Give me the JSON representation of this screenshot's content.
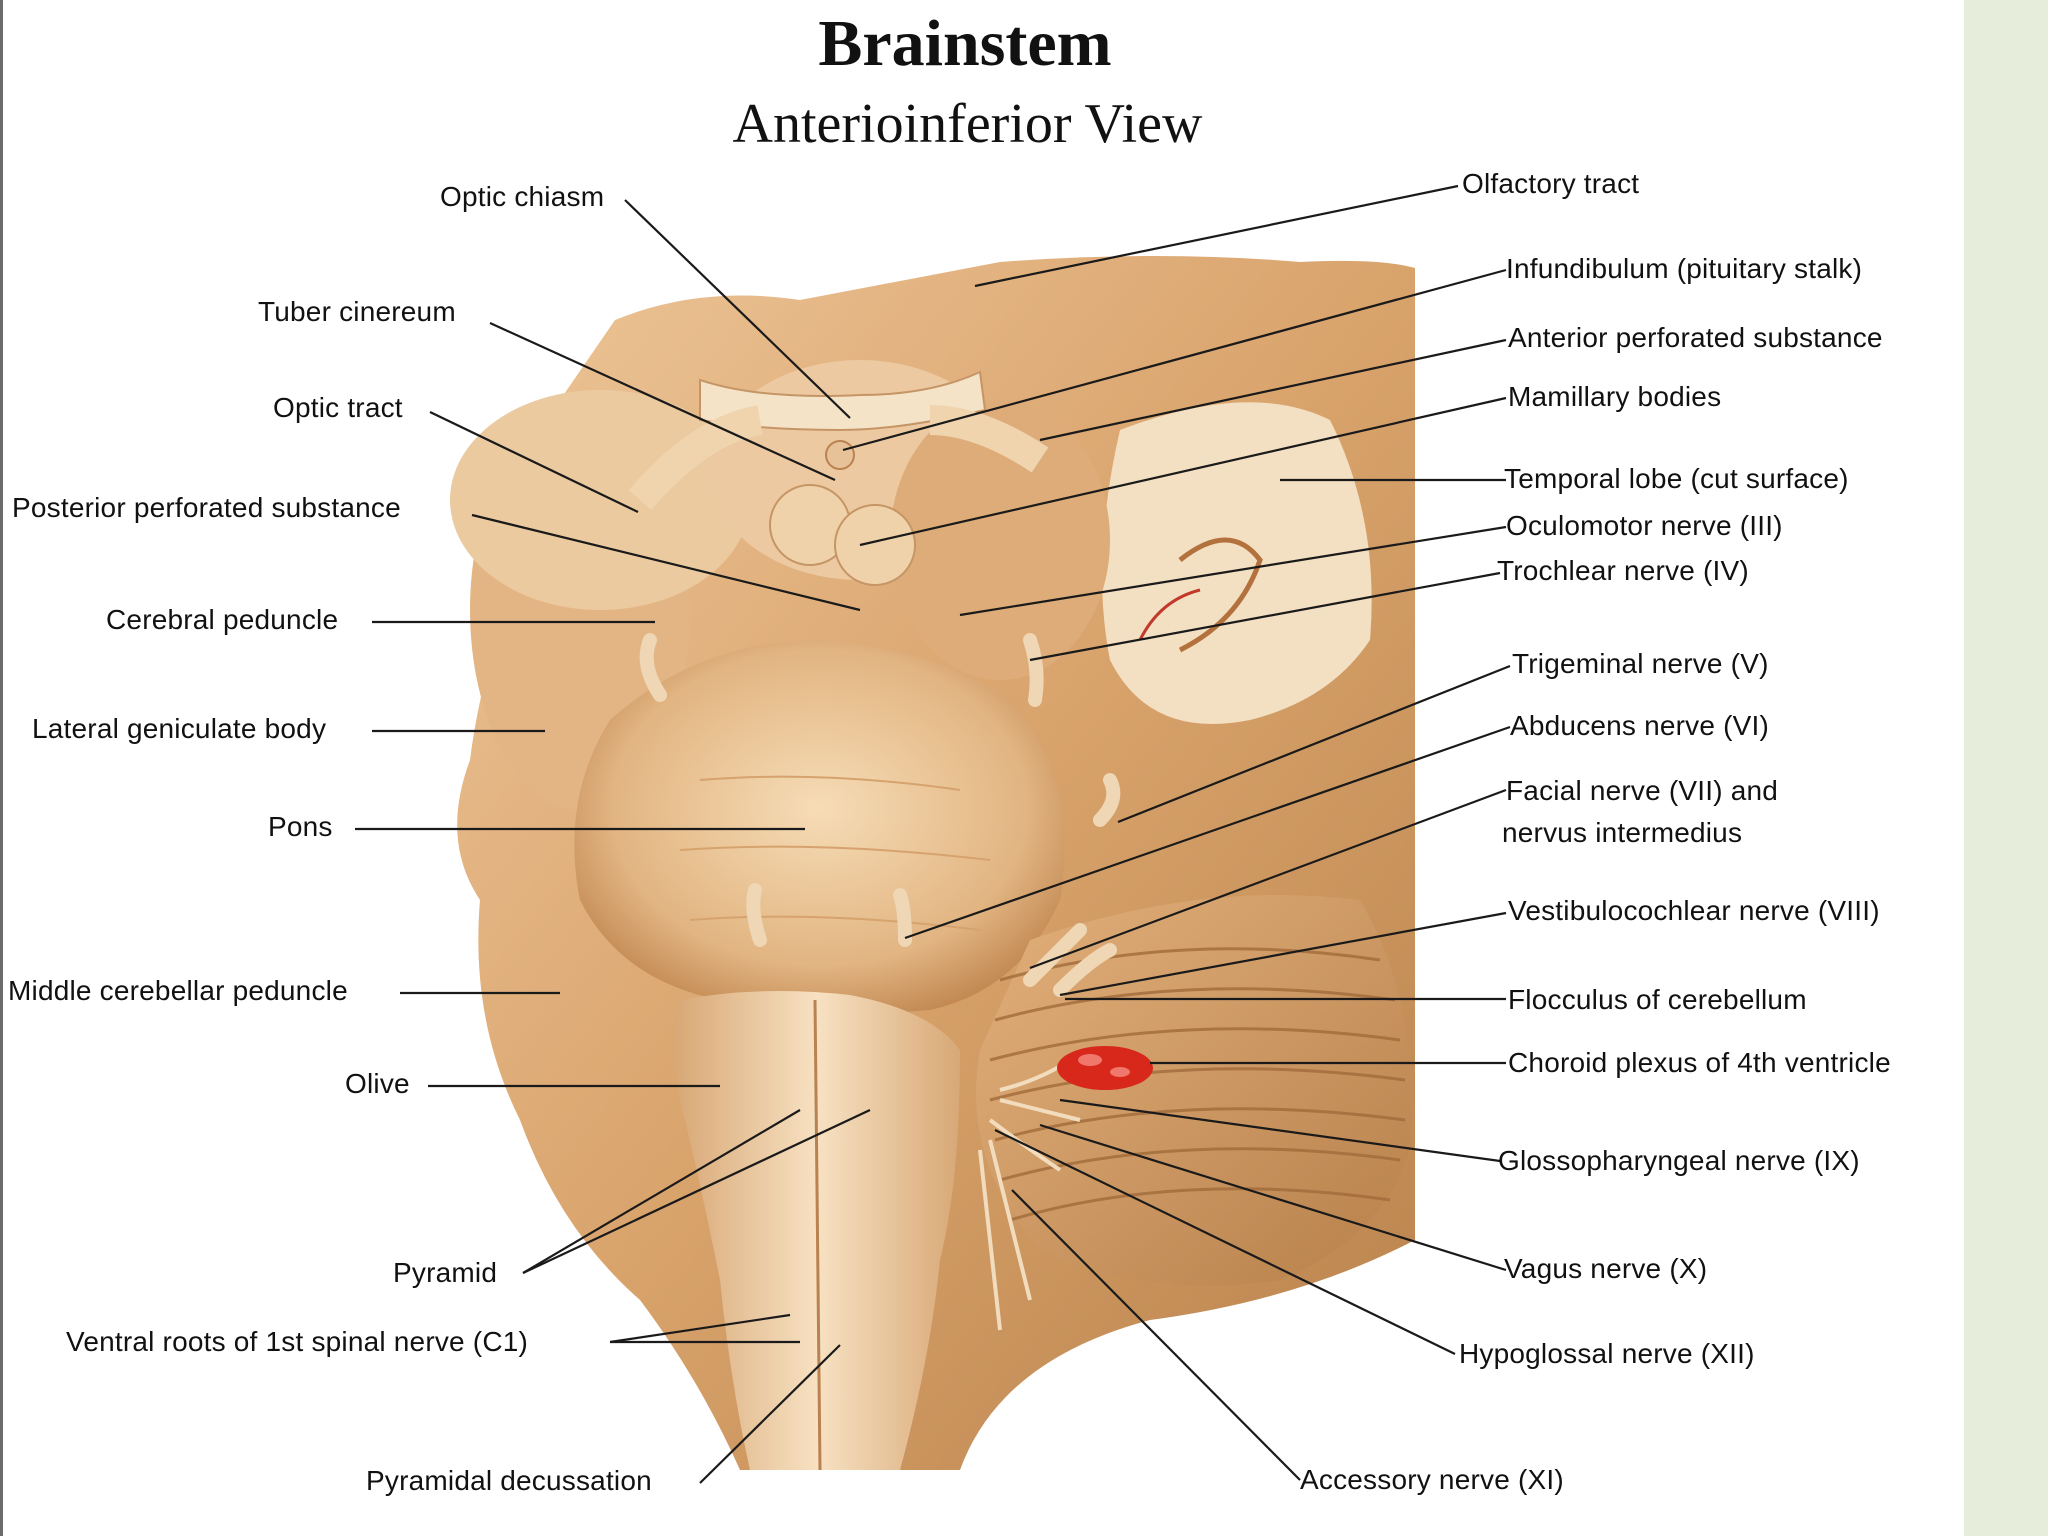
{
  "title": "Brainstem",
  "subtitle": "Anterioinferior View",
  "labels_left": {
    "optic_chiasm": "Optic chiasm",
    "tuber_cinereum": "Tuber cinereum",
    "optic_tract": "Optic tract",
    "posterior_perforated_substance": "Posterior perforated substance",
    "cerebral_peduncle": "Cerebral peduncle",
    "lateral_geniculate_body": "Lateral geniculate body",
    "pons": "Pons",
    "middle_cerebellar_peduncle": "Middle cerebellar peduncle",
    "olive": "Olive",
    "pyramid": "Pyramid",
    "ventral_roots": "Ventral roots of 1st spinal nerve (C1)",
    "pyramidal_decussation": "Pyramidal decussation"
  },
  "labels_right": {
    "olfactory_tract": "Olfactory tract",
    "infundibulum": "Infundibulum (pituitary stalk)",
    "anterior_perforated_substance": "Anterior perforated substance",
    "mamillary_bodies": "Mamillary bodies",
    "temporal_lobe": "Temporal lobe (cut surface)",
    "oculomotor": "Oculomotor nerve (III)",
    "trochlear": "Trochlear nerve (IV)",
    "trigeminal": "Trigeminal nerve (V)",
    "abducens": "Abducens nerve (VI)",
    "facial_line1": "Facial nerve (VII) and",
    "facial_line2": "nervus intermedius",
    "vestibulocochlear": "Vestibulocochlear nerve (VIII)",
    "flocculus": "Flocculus of cerebellum",
    "choroid_plexus": "Choroid plexus of 4th ventricle",
    "glossopharyngeal": "Glossopharyngeal nerve (IX)",
    "vagus": "Vagus nerve (X)",
    "hypoglossal": "Hypoglossal nerve (XII)",
    "accessory": "Accessory nerve (XI)"
  },
  "colors": {
    "tissue_light": "#f2d3a6",
    "tissue_mid": "#dba976",
    "tissue_dark": "#b07a45",
    "choroid_red": "#d8281c",
    "side_panel": "#e6eedb"
  }
}
